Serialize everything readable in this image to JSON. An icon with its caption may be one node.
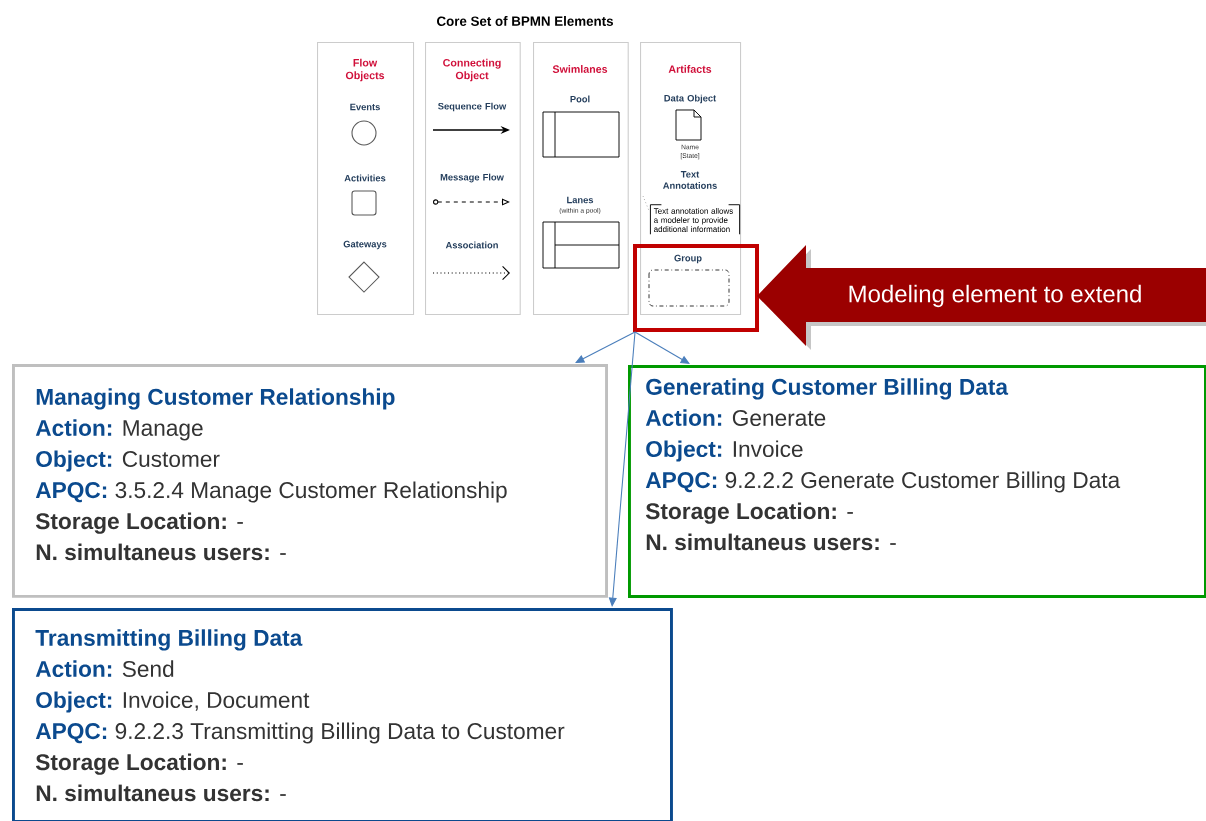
{
  "diagram": {
    "title": "Core Set of BPMN Elements",
    "nodes": [
      {
        "text": [
          "Flow Objects",
          "Events",
          "Activities",
          "Gateways"
        ]
      },
      {
        "text": [
          "Connecting Object",
          "Sequence Flow",
          "Message Flow",
          "Association"
        ]
      },
      {
        "text": [
          "Swimlanes",
          "Pool",
          "Lanes",
          "(within a pool)"
        ]
      },
      {
        "text": [
          "Artifacts",
          "Data Object",
          "Name [State]",
          "Text Annotations"
        ]
      },
      {
        "text": [
          "Text annotation allows a modeler to provide additional information"
        ],
        "in": 3
      },
      {
        "text": [
          "Group"
        ]
      },
      {
        "text": [
          "Modeling element to extend"
        ]
      },
      {
        "text": [
          "Managing Customer Relationship",
          "Action:",
          "Manage",
          "Object:",
          "Customer",
          "APQC:",
          "3.5.2.4 Manage Customer Relationship",
          "Storage Location:",
          "-",
          "N. simultaneus users:",
          "-"
        ]
      },
      {
        "text": [
          "Generating Customer Billing Data",
          "Action:",
          "Generate",
          "Object:",
          "Invoice",
          "APQC:",
          "9.2.2.2 Generate Customer Billing Data",
          "Storage Location:",
          "-",
          "N. simultaneus users:",
          "-"
        ]
      },
      {
        "text": [
          "Transmitting Billing Data",
          "Action:",
          "Send",
          "Object:",
          "Invoice, Document",
          "APQC:",
          "9.2.2.3 Transmitting Billing Data to Customer",
          "Storage Location:",
          "-",
          "N. simultaneus users:",
          "-"
        ]
      }
    ],
    "edges": [
      {
        "from": 5,
        "to": 7,
        "arrow": "to"
      },
      {
        "from": 5,
        "to": 8,
        "arrow": "to"
      },
      {
        "from": 5,
        "to": 9,
        "arrow": "to"
      }
    ]
  }
}
